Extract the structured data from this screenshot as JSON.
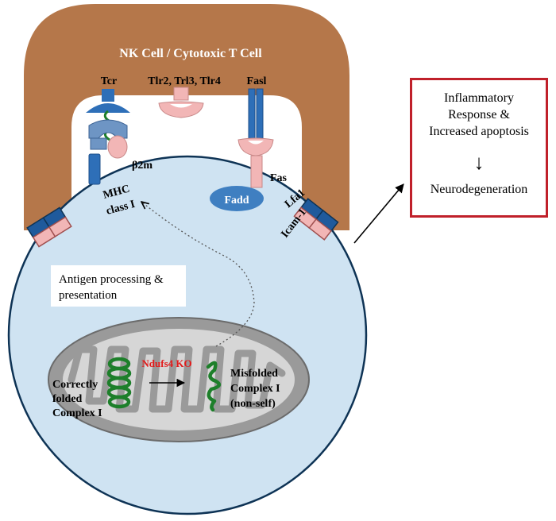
{
  "cell_title": "NK Cell / Cytotoxic T Cell",
  "receptors": {
    "tcr": "Tcr",
    "tlr": "Tlr2, Trl3, Tlr4",
    "fasl": "Fasl",
    "b2m": "β2m",
    "mhc_line1": "MHC",
    "mhc_line2": "class I",
    "fas": "Fas",
    "fadd": "Fadd",
    "lfa1": "Lfa1",
    "icam1": "Icam-1"
  },
  "antigen_box": {
    "line1": "Antigen processing &",
    "line2": "presentation"
  },
  "mitochondrion": {
    "ko_label": "Ndufs4 KO",
    "correct_line1": "Correctly",
    "correct_line2": "folded",
    "correct_line3": "Complex I",
    "misfold_line1": "Misfolded",
    "misfold_line2": "Complex I",
    "misfold_line3": "(non-self)"
  },
  "outcome": {
    "line1": "Inflammatory",
    "line2": "Response &",
    "line3": "Increased apoptosis",
    "arrow": "↓",
    "result": "Neurodegeneration"
  },
  "colors": {
    "immune_cell": "#b5774a",
    "target_cell": "#cfe3f2",
    "target_border": "#0e3355",
    "receptor_blue": "#2e6fb8",
    "pink": "#f2b6b6",
    "protein_green": "#1d7f2a",
    "ko_red": "#e21a1a",
    "box_red": "#c0202a"
  }
}
